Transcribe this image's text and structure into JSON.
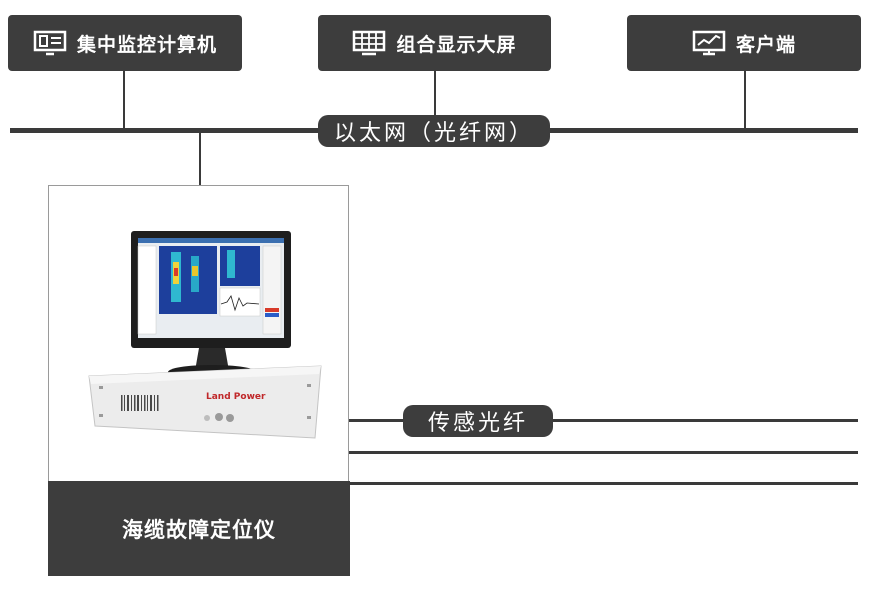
{
  "nodes": {
    "monitor_computer": {
      "label": "集中监控计算机",
      "icon": "monitor-computer-icon"
    },
    "display_wall": {
      "label": "组合显示大屏",
      "icon": "display-wall-icon"
    },
    "client": {
      "label": "客户端",
      "icon": "client-monitor-icon"
    }
  },
  "network": {
    "label": "以太网（光纤网）"
  },
  "sensing": {
    "label": "传感光纤"
  },
  "device": {
    "label": "海缆故障定位仪",
    "brand": "Land Power"
  },
  "colors": {
    "dark": "#3d3d3d",
    "line": "#3a3a3a",
    "border": "#9a9a9a"
  }
}
